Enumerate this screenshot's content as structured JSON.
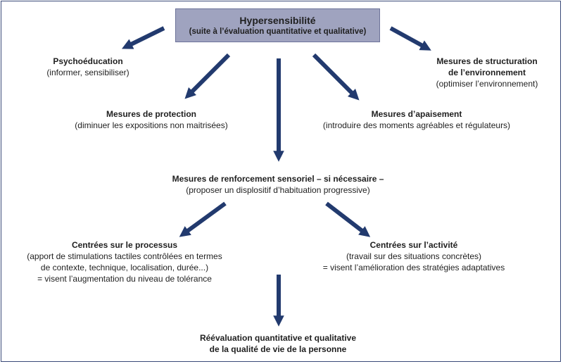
{
  "head": {
    "title": "Hypersensibilité",
    "subtitle": "(suite à l’évaluation quantitative et qualitative)"
  },
  "nodes": {
    "psycho": {
      "title": "Psychoéducation",
      "desc": "(informer, sensibiliser)"
    },
    "structuration": {
      "title1": "Mesures de structuration",
      "title2": "de l’environnement",
      "desc": "(optimiser l’environnement)"
    },
    "protection": {
      "title": "Mesures de protection",
      "desc": "(diminuer les expositions non maitrisées)"
    },
    "apaisement": {
      "title": "Mesures d’apaisement",
      "desc": "(introduire des moments agréables et régulateurs)"
    },
    "renforcement": {
      "title": "Mesures de renforcement sensoriel – si nécessaire –",
      "desc": "(proposer un displositif d’habituation progressive)"
    },
    "processus": {
      "title": "Centrées sur le processus",
      "desc1": "(apport de stimulations tactiles contrôlées en termes",
      "desc2": "de contexte, technique, localisation, durée...)",
      "desc3": "= visent l’augmentation du niveau de tolérance"
    },
    "activite": {
      "title": "Centrées sur l’activité",
      "desc1": "(travail sur des situations concrètes)",
      "desc2": "= visent l’amélioration des stratégies adaptatives"
    },
    "reevaluation": {
      "title1": "Réévaluation quantitative et qualitative",
      "title2": "de la qualité de vie de la personne"
    }
  },
  "colors": {
    "arrow": "#223a6e",
    "head_box": "#9fa3bf",
    "border": "#3a4a78"
  }
}
